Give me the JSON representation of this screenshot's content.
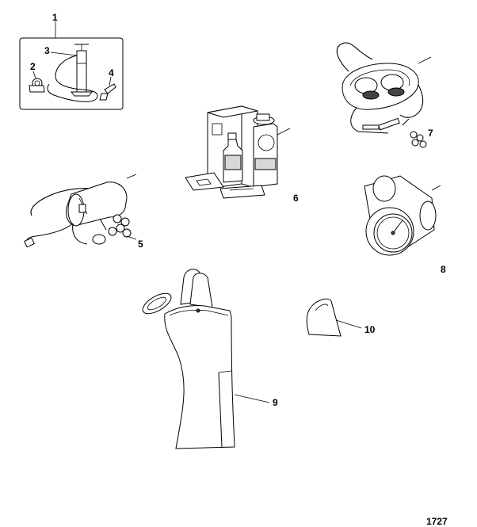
{
  "figure": {
    "reference_number": "1727"
  },
  "callouts": [
    "1",
    "2",
    "3",
    "4",
    "5",
    "6",
    "7",
    "8",
    "9",
    "10"
  ],
  "colors": {
    "line": "#000000",
    "background": "#ffffff",
    "shade": "#d8d8d8"
  }
}
